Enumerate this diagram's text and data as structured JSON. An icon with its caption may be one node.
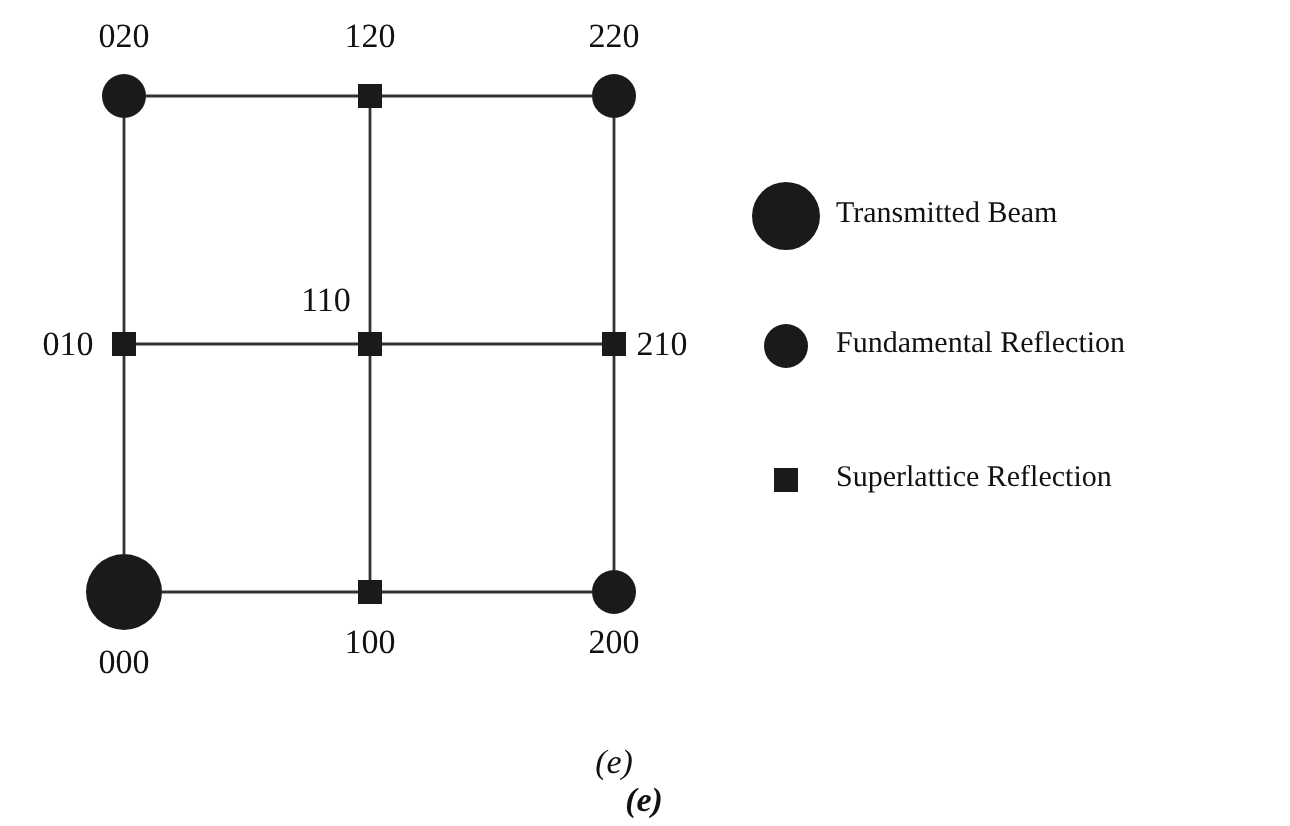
{
  "diagram": {
    "nodes": [
      {
        "text": [],
        "shape": "circle",
        "beside": [
          "020"
        ]
      },
      {
        "text": [],
        "shape": "box",
        "beside": [
          "120"
        ]
      },
      {
        "text": [],
        "shape": "circle",
        "beside": [
          "220"
        ]
      },
      {
        "text": [],
        "shape": "box",
        "beside": [
          "010"
        ]
      },
      {
        "text": [],
        "shape": "box",
        "beside": [
          "110"
        ]
      },
      {
        "text": [],
        "shape": "box",
        "beside": [
          "210"
        ]
      },
      {
        "text": [],
        "shape": "circle",
        "beside": [
          "000"
        ]
      },
      {
        "text": [],
        "shape": "box",
        "beside": [
          "100"
        ]
      },
      {
        "text": [],
        "shape": "circle",
        "beside": [
          "200"
        ]
      }
    ],
    "edges": [
      {
        "from": 0,
        "to": 1,
        "arrow": "none"
      },
      {
        "from": 1,
        "to": 2,
        "arrow": "none"
      },
      {
        "from": 3,
        "to": 4,
        "arrow": "none"
      },
      {
        "from": 4,
        "to": 5,
        "arrow": "none"
      },
      {
        "from": 6,
        "to": 7,
        "arrow": "none"
      },
      {
        "from": 7,
        "to": 8,
        "arrow": "none"
      },
      {
        "from": 0,
        "to": 3,
        "arrow": "none"
      },
      {
        "from": 3,
        "to": 6,
        "arrow": "none"
      },
      {
        "from": 1,
        "to": 4,
        "arrow": "none"
      },
      {
        "from": 4,
        "to": 7,
        "arrow": "none"
      },
      {
        "from": 2,
        "to": 5,
        "arrow": "none"
      },
      {
        "from": 5,
        "to": 8,
        "arrow": "none"
      }
    ],
    "labels": [
      "(e)",
      "(e)"
    ],
    "legend": [
      {
        "text": "Transmitted Beam"
      },
      {
        "text": "Fundamental Reflection"
      },
      {
        "text": "Superlattice Reflection"
      }
    ]
  }
}
